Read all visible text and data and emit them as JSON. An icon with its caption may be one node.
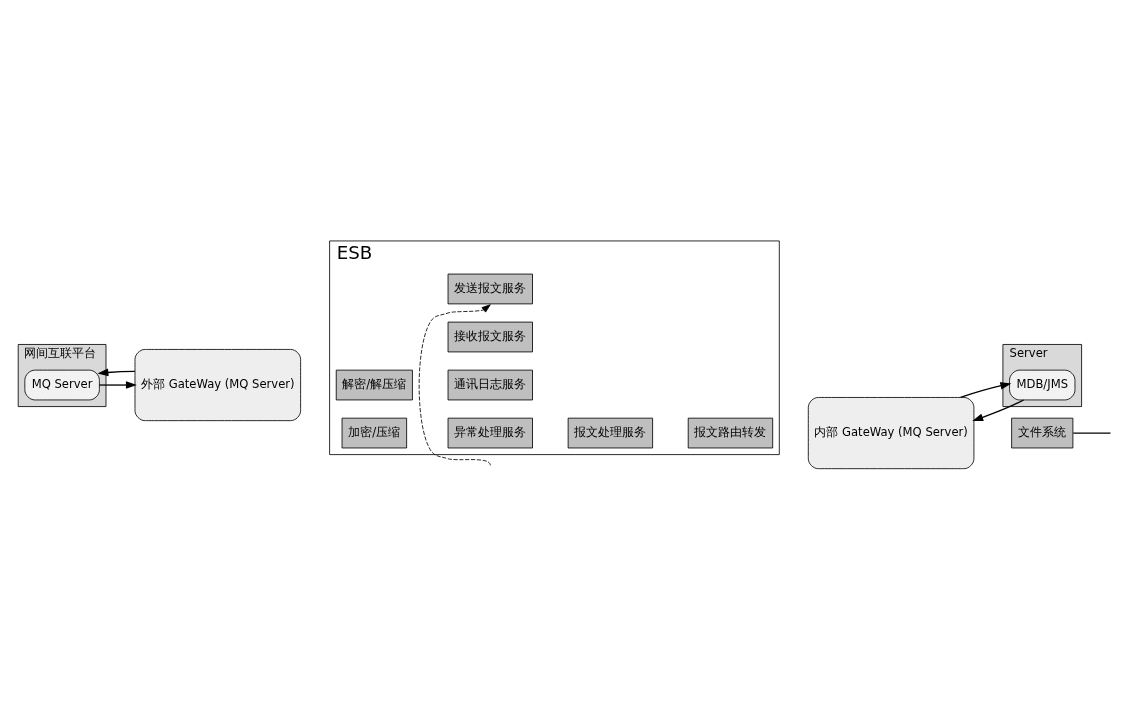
{
  "diagram": {
    "nodes": [
      {
        "text": [
          "ESB"
        ]
      },
      {
        "text": [
          "网间互联平台"
        ]
      },
      {
        "text": [
          "MQ Server"
        ],
        "in": 1
      },
      {
        "text": [
          "外部 GateWay (MQ Server)"
        ]
      },
      {
        "text": [
          "解密/解压缩"
        ],
        "in": 0
      },
      {
        "text": [
          "加密/压缩"
        ],
        "in": 0
      },
      {
        "text": [
          "异常处理服务"
        ],
        "in": 0
      },
      {
        "text": [
          "通讯日志服务"
        ],
        "in": 0
      },
      {
        "text": [
          "接收报文服务"
        ],
        "in": 0
      },
      {
        "text": [
          "发送报文服务"
        ],
        "in": 0
      },
      {
        "text": [
          "报文处理服务"
        ],
        "in": 0
      },
      {
        "text": [
          "报文路由转发"
        ],
        "in": 0
      },
      {
        "text": [
          "内部 GateWay (MQ Server)"
        ]
      },
      {
        "text": [
          "Server"
        ]
      },
      {
        "text": [
          "MDB/JMS"
        ],
        "in": 13
      },
      {
        "text": [
          "文件系统"
        ]
      }
    ],
    "edges": [
      {
        "from": 2,
        "to": 3,
        "arrow": "to"
      },
      {
        "from": 3,
        "to": 2,
        "arrow": "to"
      },
      {
        "from": 12,
        "to": 14,
        "arrow": "to"
      },
      {
        "from": 14,
        "to": 12,
        "arrow": "to"
      },
      {
        "from": null,
        "to": 9,
        "arrow": "to",
        "style": "dashed"
      },
      {
        "from": 15,
        "to": null,
        "arrow": "none"
      }
    ]
  }
}
